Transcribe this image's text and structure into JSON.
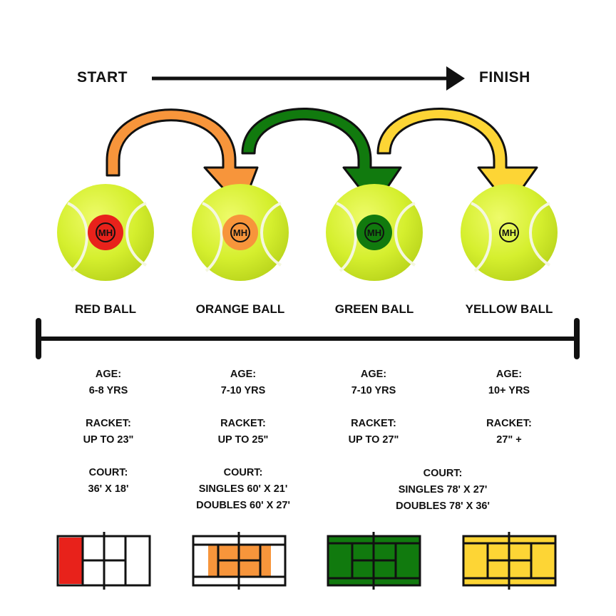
{
  "header": {
    "start_label": "START",
    "finish_label": "FINISH"
  },
  "logo_text": "MH",
  "colors": {
    "red": "#e8221b",
    "orange": "#f7953b",
    "green": "#117a0e",
    "yellow": "#fdd535",
    "ball": "#d9f33c",
    "line": "#111111"
  },
  "balls": [
    {
      "key": "red",
      "name": "RED BALL",
      "badge_color": "#e8221b",
      "age_label": "AGE:",
      "age": "6-8 YRS",
      "racket_label": "RACKET:",
      "racket": "UP TO 23\"",
      "court_label": "COURT:",
      "court_lines": [
        "36' X 18'"
      ]
    },
    {
      "key": "orange",
      "name": "ORANGE BALL",
      "badge_color": "#f7953b",
      "age_label": "AGE:",
      "age": "7-10 YRS",
      "racket_label": "RACKET:",
      "racket": "UP TO 25\"",
      "court_label": "COURT:",
      "court_lines": [
        "SINGLES 60' X 21'",
        "DOUBLES 60' X 27'"
      ]
    },
    {
      "key": "green",
      "name": "GREEN BALL",
      "badge_color": "#117a0e",
      "age_label": "AGE:",
      "age": "7-10 YRS",
      "racket_label": "RACKET:",
      "racket": "UP TO 27\""
    },
    {
      "key": "yellow",
      "name": "YELLOW BALL",
      "badge_color": "none",
      "age_label": "AGE:",
      "age": "10+ YRS",
      "racket_label": "RACKET:",
      "racket": "27\" +"
    }
  ],
  "shared_court": {
    "court_label": "COURT:",
    "court_lines": [
      "SINGLES 78' X 27'",
      "DOUBLES 78' X 36'"
    ]
  },
  "arrows": [
    {
      "from": "red",
      "to": "orange",
      "color": "#f7953b"
    },
    {
      "from": "orange",
      "to": "green",
      "color": "#117a0e"
    },
    {
      "from": "green",
      "to": "yellow",
      "color": "#fdd535"
    }
  ]
}
